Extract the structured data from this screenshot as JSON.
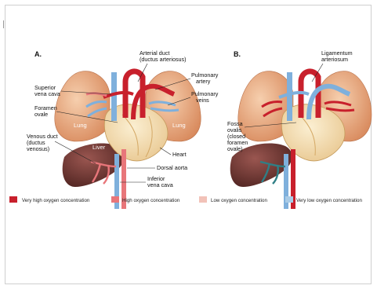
{
  "panels": [
    {
      "letter": "A.",
      "labels": {
        "arterial_duct": [
          "Arterial duct",
          "(ductus arteriosus)"
        ],
        "superior_vena_cava": [
          "Superior",
          "vena cava"
        ],
        "pulmonary_artery": [
          "Pulmonary",
          "artery"
        ],
        "pulmonary_veins": [
          "Pulmonary",
          "veins"
        ],
        "foramen_ovale": [
          "Foramen",
          "ovale"
        ],
        "lung_left": "Lung",
        "lung_right": "Lung",
        "venous_duct": [
          "Venous duct",
          "(ductus",
          "venosus)"
        ],
        "liver": "Liver",
        "heart": "Heart",
        "dorsal_aorta": "Dorsal aorta",
        "inferior_vena_cava": [
          "Inferior",
          "vena cava"
        ]
      }
    },
    {
      "letter": "B.",
      "labels": {
        "ligamentum": [
          "Ligamentum",
          "arteriosum"
        ],
        "fossa_ovalis": [
          "Fossa",
          "ovalis",
          "(closed",
          "foramen",
          "ovale)"
        ]
      }
    }
  ],
  "legend": [
    {
      "label": "Very high oxygen concentration",
      "color": "#c8202c"
    },
    {
      "label": "High oxygen concentration",
      "color": "#e8767a"
    },
    {
      "label": "Low oxygen concentration",
      "color": "#f2c2b8"
    },
    {
      "label": "Very low oxygen concentration",
      "color": "#a9cbe6"
    }
  ],
  "colors": {
    "lung": "#eab08a",
    "heart": "#f7e2b6",
    "liver": "#7a3a36",
    "vein_blue": "#7fb0dc",
    "artery_red": "#c8202c"
  }
}
